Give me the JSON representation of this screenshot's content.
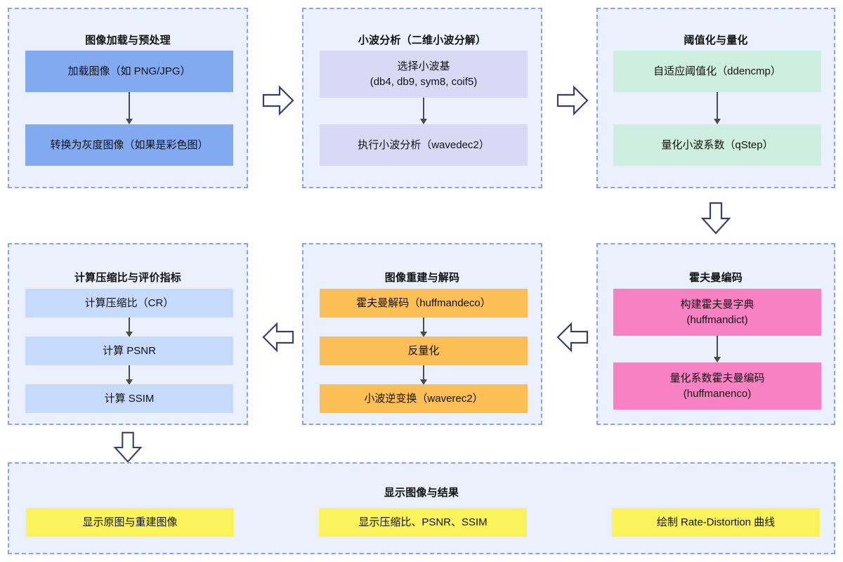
{
  "diagram": {
    "title_semantic": "wavelet-image-compression-pipeline",
    "colors": {
      "group_fill": "#eaf0fc",
      "group_border": "#8da2e0",
      "blue": "#82aaf0",
      "lavender": "#d9d9f6",
      "mint": "#cdeee0",
      "lightblue": "#c6dafb",
      "orange": "#fbbf55",
      "pink": "#f881c4",
      "yellow": "#fbf35c",
      "arrow_outline": "#3a3f66",
      "connector": "#4a4a4a"
    },
    "groups": [
      {
        "id": "image-loading",
        "title": "图像加载与预处理",
        "nodes": [
          {
            "id": "load-image",
            "label": "加载图像（如 PNG/JPG）"
          },
          {
            "id": "to-grayscale",
            "label": "转换为灰度图像（如果是彩色图）"
          }
        ]
      },
      {
        "id": "wavelet-analysis",
        "title": "小波分析（二维小波分解）",
        "nodes": [
          {
            "id": "select-wavelet",
            "label": "选择小波基\n(db4, db9, sym8, coif5)"
          },
          {
            "id": "run-wavedec2",
            "label": "执行小波分析（wavedec2）"
          }
        ]
      },
      {
        "id": "threshold-quantize",
        "title": "阈值化与量化",
        "nodes": [
          {
            "id": "adaptive-threshold",
            "label": "自适应阈值化（ddencmp）"
          },
          {
            "id": "quantize-coeffs",
            "label": "量化小波系数（qStep）"
          }
        ]
      },
      {
        "id": "huffman-encoding",
        "title": "霍夫曼编码",
        "nodes": [
          {
            "id": "build-huffman-dict",
            "label": "构建霍夫曼字典\n(huffmandict)"
          },
          {
            "id": "huffman-encode",
            "label": "量化系数霍夫曼编码\n(huffmanenco)"
          }
        ]
      },
      {
        "id": "reconstruction-decoding",
        "title": "图像重建与解码",
        "nodes": [
          {
            "id": "huffman-decode",
            "label": "霍夫曼解码（huffmandeco）"
          },
          {
            "id": "dequantize",
            "label": "反量化"
          },
          {
            "id": "inverse-wavelet",
            "label": "小波逆变换（waverec2）"
          }
        ]
      },
      {
        "id": "metrics",
        "title": "计算压缩比与评价指标",
        "nodes": [
          {
            "id": "compute-cr",
            "label": "计算压缩比（CR）"
          },
          {
            "id": "compute-psnr",
            "label": "计算 PSNR"
          },
          {
            "id": "compute-ssim",
            "label": "计算 SSIM"
          }
        ]
      },
      {
        "id": "display-results",
        "title": "显示图像与结果",
        "nodes": [
          {
            "id": "show-original-vs-reconstructed",
            "label": "显示原图与重建图像"
          },
          {
            "id": "show-metrics",
            "label": "显示压缩比、PSNR、SSIM"
          },
          {
            "id": "plot-rate-distortion",
            "label": "绘制 Rate-Distortion 曲线"
          }
        ]
      }
    ],
    "flow_arrows": [
      {
        "id": "arrow-loading-to-wavelet",
        "direction": "right"
      },
      {
        "id": "arrow-wavelet-to-threshold",
        "direction": "right"
      },
      {
        "id": "arrow-threshold-to-huffman",
        "direction": "down"
      },
      {
        "id": "arrow-huffman-to-reconstruction",
        "direction": "left"
      },
      {
        "id": "arrow-reconstruction-to-metrics",
        "direction": "left"
      },
      {
        "id": "arrow-metrics-to-display",
        "direction": "down"
      }
    ]
  }
}
